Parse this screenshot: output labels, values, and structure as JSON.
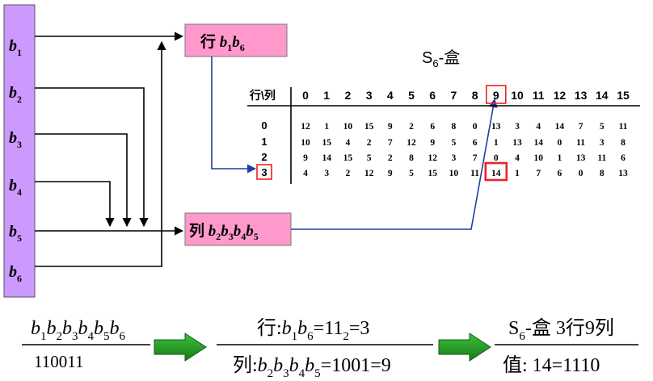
{
  "bit_bar": {
    "labels": [
      {
        "base": "b",
        "sub": "1"
      },
      {
        "base": "b",
        "sub": "2"
      },
      {
        "base": "b",
        "sub": "3"
      },
      {
        "base": "b",
        "sub": "4"
      },
      {
        "base": "b",
        "sub": "5"
      },
      {
        "base": "b",
        "sub": "6"
      }
    ]
  },
  "row_box": {
    "label": "行",
    "bits": [
      {
        "base": "b",
        "sub": "1"
      },
      {
        "base": "b",
        "sub": "6"
      }
    ]
  },
  "col_box": {
    "label": "列",
    "bits": [
      {
        "base": "b",
        "sub": "2"
      },
      {
        "base": "b",
        "sub": "3"
      },
      {
        "base": "b",
        "sub": "4"
      },
      {
        "base": "b",
        "sub": "5"
      }
    ]
  },
  "sbox": {
    "title": {
      "prefix": "S",
      "sub": "6",
      "suffix": "-盒"
    },
    "corner_label": "行\\列",
    "col_headers": [
      "0",
      "1",
      "2",
      "3",
      "4",
      "5",
      "6",
      "7",
      "8",
      "9",
      "10",
      "11",
      "12",
      "13",
      "14",
      "15"
    ],
    "row_headers": [
      "0",
      "1",
      "2",
      "3"
    ],
    "rows": [
      [
        "12",
        "1",
        "10",
        "15",
        "9",
        "2",
        "6",
        "8",
        "0",
        "13",
        "3",
        "4",
        "14",
        "7",
        "5",
        "11"
      ],
      [
        "10",
        "15",
        "4",
        "2",
        "7",
        "12",
        "9",
        "5",
        "6",
        "1",
        "13",
        "14",
        "0",
        "11",
        "3",
        "8"
      ],
      [
        "9",
        "14",
        "15",
        "5",
        "2",
        "8",
        "12",
        "3",
        "7",
        "0",
        "4",
        "10",
        "1",
        "13",
        "11",
        "6"
      ],
      [
        "4",
        "3",
        "2",
        "12",
        "9",
        "5",
        "15",
        "10",
        "11",
        "14",
        "1",
        "7",
        "6",
        "0",
        "8",
        "13"
      ]
    ],
    "selected_row": 3,
    "selected_col": 9
  },
  "bottom": {
    "input": {
      "bits": [
        {
          "base": "b",
          "sub": "1"
        },
        {
          "base": "b",
          "sub": "2"
        },
        {
          "base": "b",
          "sub": "3"
        },
        {
          "base": "b",
          "sub": "4"
        },
        {
          "base": "b",
          "sub": "5"
        },
        {
          "base": "b",
          "sub": "6"
        }
      ],
      "value": "110011"
    },
    "middle": {
      "row_prefix": "行:",
      "row_bits": [
        {
          "base": "b",
          "sub": "1"
        },
        {
          "base": "b",
          "sub": "6"
        }
      ],
      "row_eq": "=11",
      "row_sub": "2",
      "row_result": "=3",
      "col_prefix": "列:",
      "col_bits": [
        {
          "base": "b",
          "sub": "2"
        },
        {
          "base": "b",
          "sub": "3"
        },
        {
          "base": "b",
          "sub": "4"
        },
        {
          "base": "b",
          "sub": "5"
        }
      ],
      "col_result": "=1001=9"
    },
    "result": {
      "title_prefix": "S",
      "title_sub": "6",
      "title_suffix": "-盒 3行9列",
      "value_text": "值: 14=1110"
    }
  },
  "colors": {
    "bar_fill": "#cc99ff",
    "box_fill": "#ff99cc",
    "highlight": "#ee2222",
    "blue_line": "#1f3fa0",
    "arrow_green": "#1f8f1f"
  }
}
